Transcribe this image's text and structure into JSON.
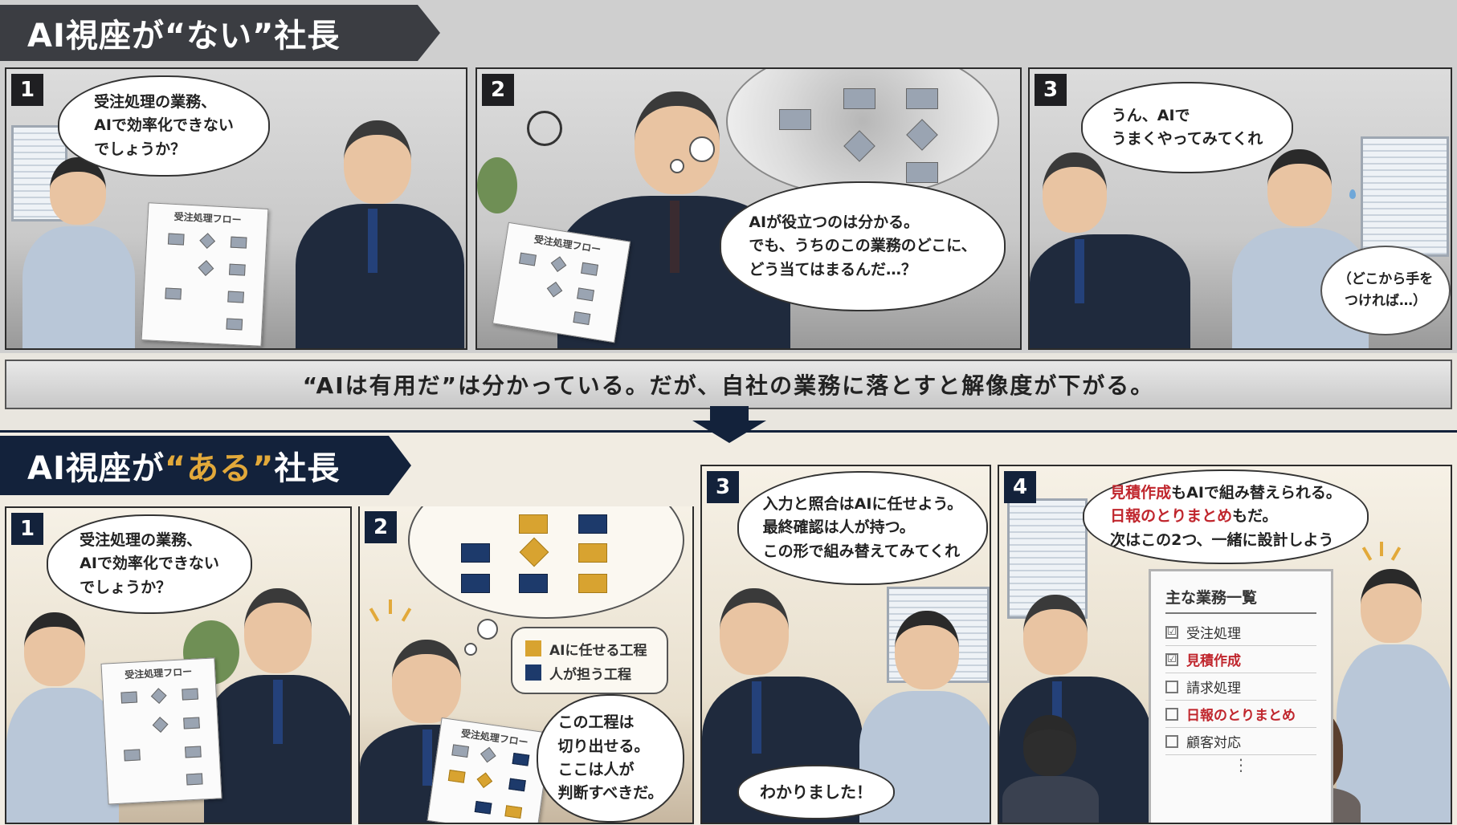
{
  "top": {
    "title_prefix": "AI視座が",
    "title_word": "“ない”",
    "title_suffix": " 社長",
    "panels": [
      {
        "num": "1",
        "bubble": [
          "受注処理の業務、",
          "AIで効率化できない",
          "でしょうか？"
        ],
        "paper": "受注処理フロー"
      },
      {
        "num": "2",
        "bubble": [
          "AIが役立つのは分かる。",
          "でも、うちのこの業務のどこに、",
          "どう当てはまるんだ…？"
        ],
        "paper": "受注処理フロー"
      },
      {
        "num": "3",
        "bubble": [
          "うん、AIで",
          "うまくやってみてくれ"
        ],
        "thought": [
          "（どこから手を",
          "つければ…）"
        ]
      }
    ]
  },
  "caption": "“AIは有用だ”は分かっている。だが、自社の業務に落とすと解像度が下がる。",
  "bottom": {
    "title_prefix": "AI視座が",
    "title_word": "“ある”",
    "title_suffix": " 社長",
    "panels": [
      {
        "num": "1",
        "bubble": [
          "受注処理の業務、",
          "AIで効率化できない",
          "でしょうか？"
        ],
        "paper": "受注処理フロー"
      },
      {
        "num": "2",
        "legend": [
          "AIに任せる工程",
          "人が担う工程"
        ],
        "bubble": [
          "この工程は",
          "切り出せる。",
          "ここは人が",
          "判断すべきだ。"
        ],
        "paper": "受注処理フロー"
      },
      {
        "num": "3",
        "bubble": [
          "入力と照合はAIに任せよう。",
          "最終確認は人が持つ。",
          "この形で組み替えてみてくれ"
        ],
        "reply": "わかりました！"
      },
      {
        "num": "4",
        "bubble_red_1": "見積作成",
        "bubble_rest_1": "もAIで組み替えられる。",
        "bubble_red_2": "日報のとりまとめ",
        "bubble_rest_2": "もだ。",
        "bubble_line_3": "次はこの2つ、一緒に設計しよう",
        "board": {
          "title": "主な業務一覧",
          "items": [
            {
              "label": "受注処理",
              "check": "☑",
              "highlight": false
            },
            {
              "label": "見積作成",
              "check": "☑",
              "highlight": true
            },
            {
              "label": "請求処理",
              "check": "",
              "highlight": false
            },
            {
              "label": "日報のとりまとめ",
              "check": "",
              "highlight": true
            },
            {
              "label": "顧客対応",
              "check": "",
              "highlight": false
            }
          ],
          "ellipsis": "⋮"
        }
      }
    ]
  },
  "colors": {
    "navy": "#13223b",
    "gold": "#e2a93a",
    "red": "#c0262d",
    "gray_banner": "#3b3d42"
  },
  "icons": [
    "down-arrow-icon",
    "checkbox-icon",
    "sweat-drop-icon",
    "confusion-squiggle-icon"
  ]
}
